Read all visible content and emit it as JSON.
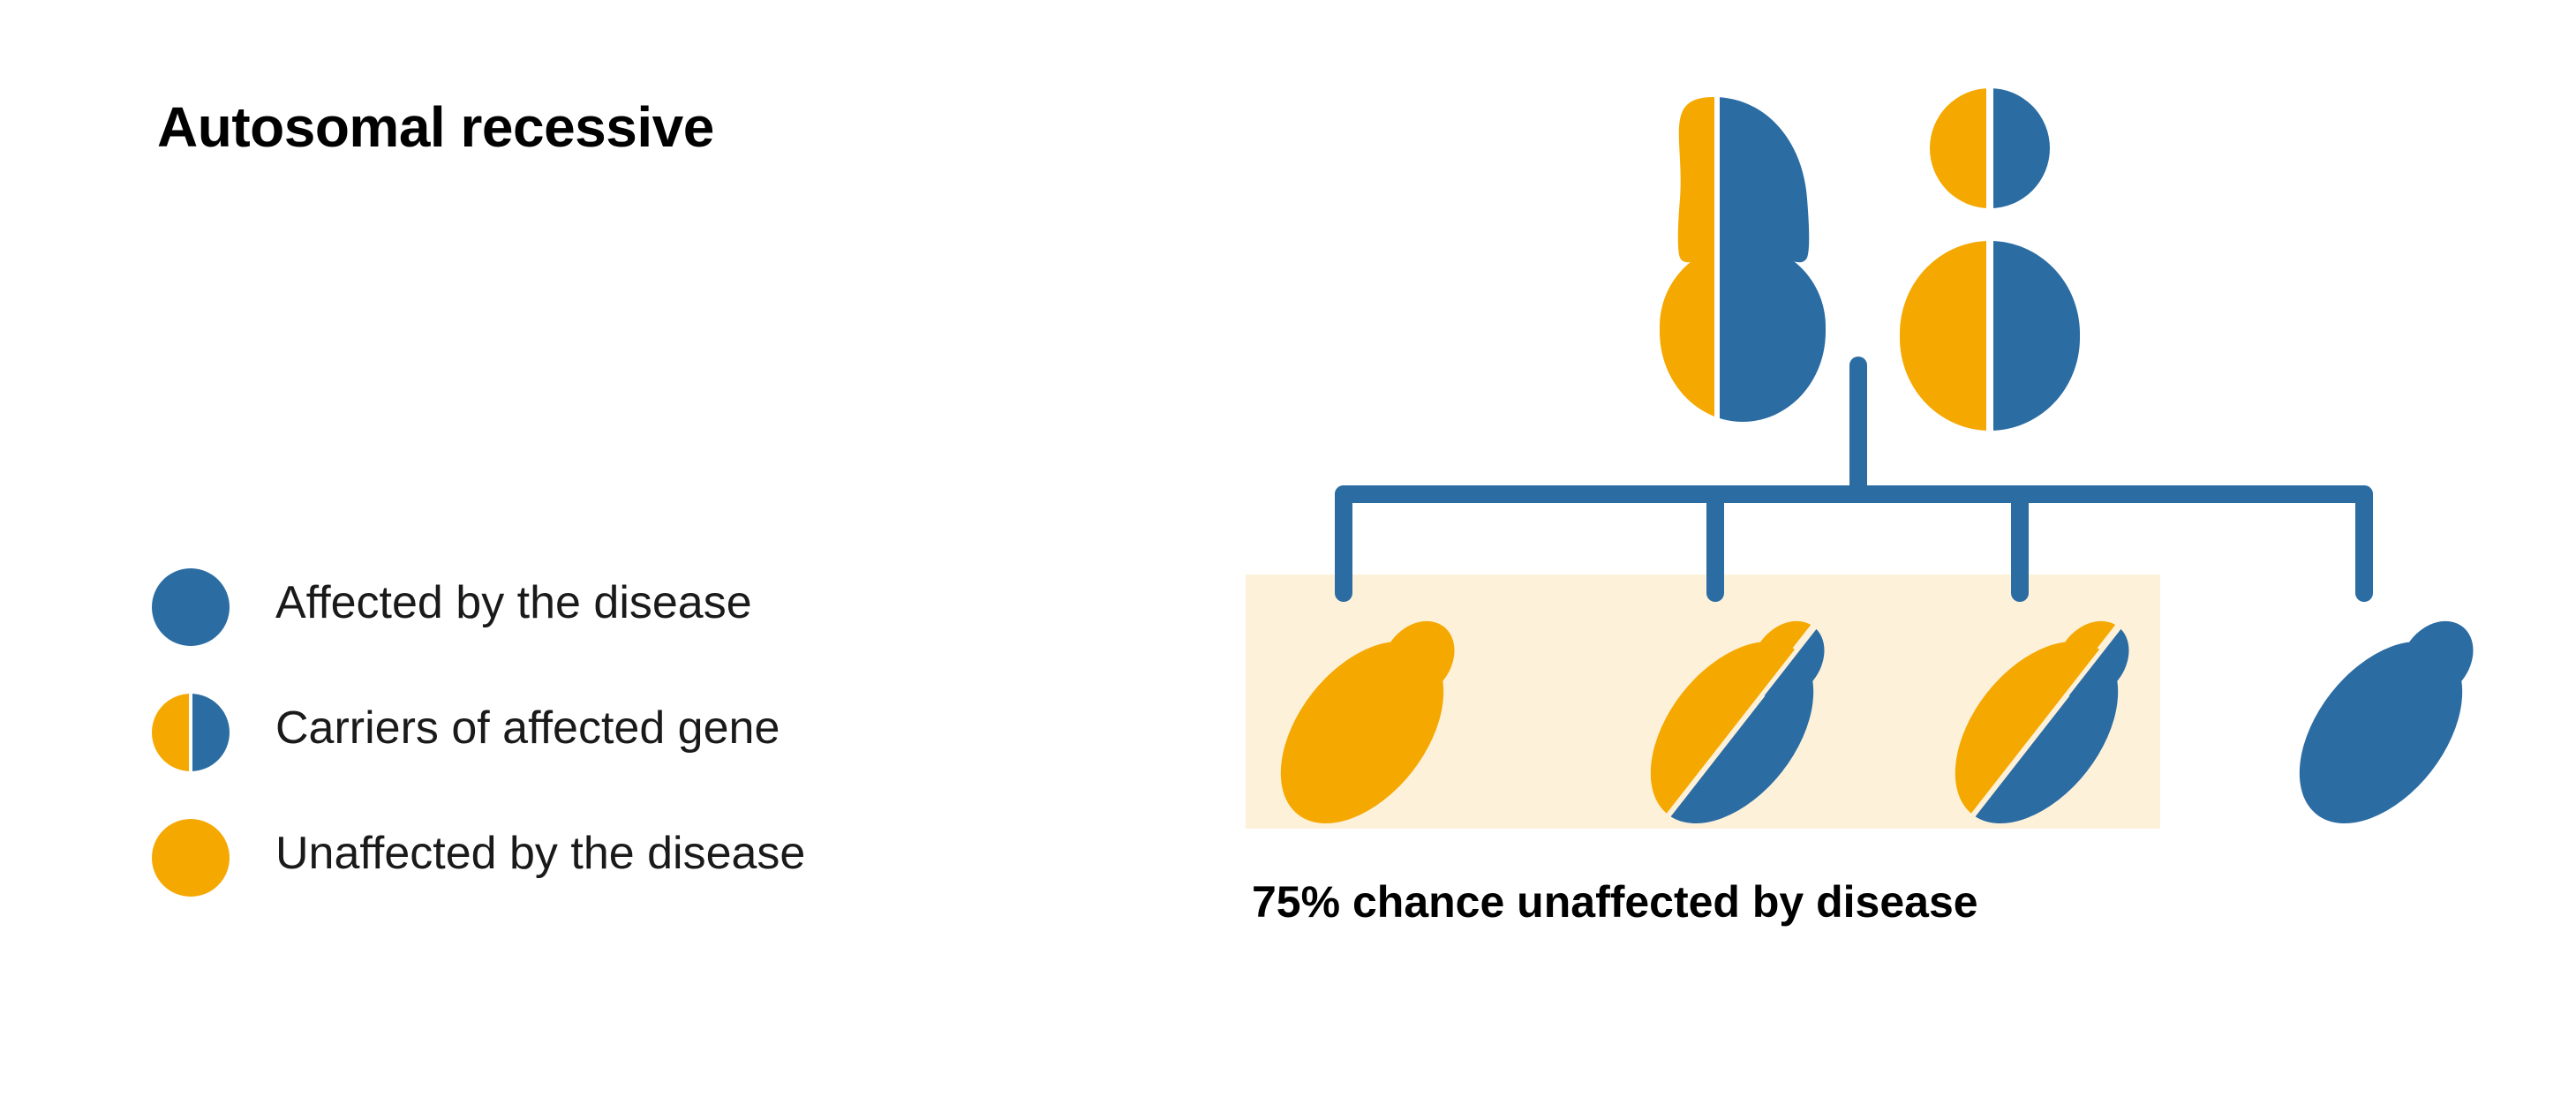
{
  "title": "Autosomal recessive",
  "colors": {
    "affected": "#2B6CA3",
    "carrier_orange": "#F5A800",
    "unaffected": "#F5A800",
    "highlight_background": "#FDF1DA",
    "connector_line": "#2B6CA3",
    "text": "#000000",
    "page_background": "#FFFFFF"
  },
  "legend": {
    "items": [
      {
        "label": "Affected by the disease",
        "marker": "solid-blue-circle",
        "left_color": "#2B6CA3",
        "right_color": "#2B6CA3"
      },
      {
        "label": "Carriers of affected gene",
        "marker": "half-orange-half-blue-circle",
        "left_color": "#F5A800",
        "right_color": "#2B6CA3"
      },
      {
        "label": "Unaffected by the disease",
        "marker": "solid-orange-circle",
        "left_color": "#F5A800",
        "right_color": "#F5A800"
      }
    ]
  },
  "pedigree": {
    "parents": [
      {
        "role": "mother",
        "status": "carrier",
        "head_shape": "bell",
        "left_color": "#F5A800",
        "right_color": "#2B6CA3"
      },
      {
        "role": "father",
        "status": "carrier",
        "head_shape": "round",
        "left_color": "#F5A800",
        "right_color": "#2B6CA3"
      }
    ],
    "children": [
      {
        "index": 1,
        "status": "unaffected",
        "in_highlight": true,
        "left_color": "#F5A800",
        "right_color": "#F5A800"
      },
      {
        "index": 2,
        "status": "carrier",
        "in_highlight": true,
        "left_color": "#F5A800",
        "right_color": "#2B6CA3"
      },
      {
        "index": 3,
        "status": "carrier",
        "in_highlight": true,
        "left_color": "#F5A800",
        "right_color": "#2B6CA3"
      },
      {
        "index": 4,
        "status": "affected",
        "in_highlight": false,
        "left_color": "#2B6CA3",
        "right_color": "#2B6CA3"
      }
    ],
    "caption": "75% chance unaffected by disease",
    "highlighted_children_count": 3,
    "total_children": 4,
    "probability_percent": 75
  }
}
